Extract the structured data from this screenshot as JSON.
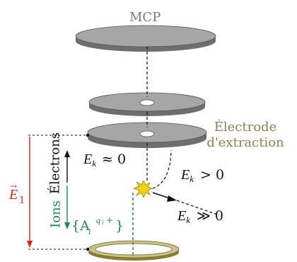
{
  "labels": {
    "mcp": "MCP",
    "electrode_line1": "Électrode",
    "electrode_line2": "d'extraction",
    "electrons": "Électrons",
    "ions": "Ions",
    "ion_species": "{A",
    "ion_species_sub": "i",
    "ion_species_sup": "q",
    "ion_species_sup_sub": "i",
    "ion_species_sup_plus": "+",
    "ion_species_close": "}",
    "field_symbol": "E",
    "field_subscript": "1",
    "field_arrow": "→",
    "ek_zero": "≈ 0",
    "ek_positive": "> 0",
    "ek_high": "≫ 0",
    "ek_symbol": "E",
    "ek_subscript": "k"
  },
  "colors": {
    "plate_top": "#a6a6a6",
    "plate_side": "#6e6e6e",
    "ring_top": "#c9c08a",
    "ring_side": "#8a7f33",
    "electrode_text": "#8c8250",
    "ions_green": "#1f8a4c",
    "field_red": "#e0201b",
    "mcp_text": "#777777",
    "flash": "#f2d11b"
  }
}
